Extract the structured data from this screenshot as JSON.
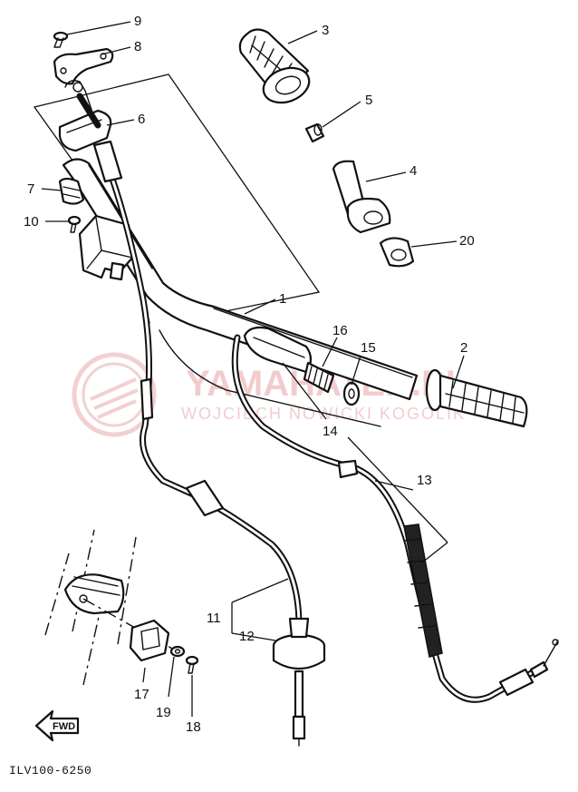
{
  "diagram": {
    "drawing_code": "ILV100-6250",
    "watermark": {
      "brand": "YAMAHATER.PL",
      "owner": "WOJCIECH NOWICKI KOGOLIK"
    },
    "fwd_label": "FWD",
    "callouts": [
      {
        "id": "p9",
        "label": "9"
      },
      {
        "id": "p8",
        "label": "8"
      },
      {
        "id": "p3",
        "label": "3"
      },
      {
        "id": "p5",
        "label": "5"
      },
      {
        "id": "p6",
        "label": "6"
      },
      {
        "id": "p4",
        "label": "4"
      },
      {
        "id": "p7",
        "label": "7"
      },
      {
        "id": "p10",
        "label": "10"
      },
      {
        "id": "p20",
        "label": "20"
      },
      {
        "id": "p1",
        "label": "1"
      },
      {
        "id": "p16",
        "label": "16"
      },
      {
        "id": "p15",
        "label": "15"
      },
      {
        "id": "p2",
        "label": "2"
      },
      {
        "id": "p14",
        "label": "14"
      },
      {
        "id": "p13",
        "label": "13"
      },
      {
        "id": "p11",
        "label": "11"
      },
      {
        "id": "p12",
        "label": "12"
      },
      {
        "id": "p17",
        "label": "17"
      },
      {
        "id": "p19",
        "label": "19"
      },
      {
        "id": "p18",
        "label": "18"
      }
    ]
  }
}
